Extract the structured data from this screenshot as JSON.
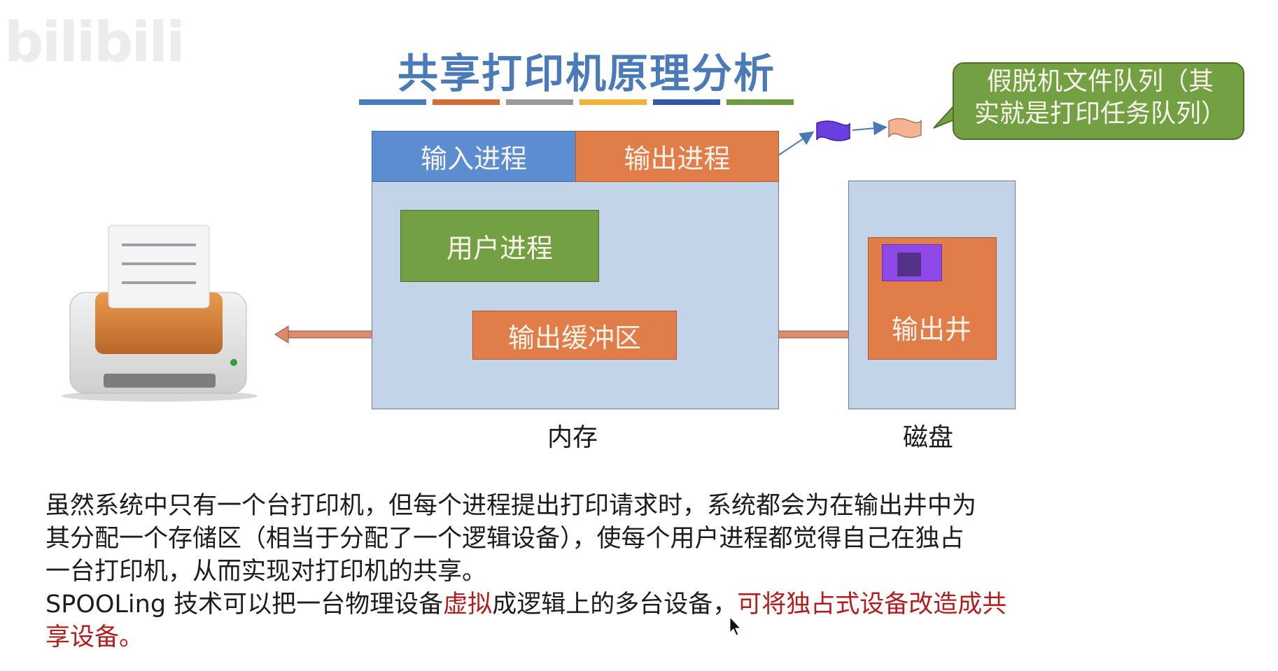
{
  "watermark": "bilibili",
  "title": "共享打印机原理分析",
  "stripe_colors": [
    "#4a7ab8",
    "#d36d38",
    "#9a9a9a",
    "#efb33a",
    "#3458a4",
    "#6e9a42"
  ],
  "memory": {
    "input_process": "输入进程",
    "output_process": "输出进程",
    "user_process": "用户进程",
    "output_buffer": "输出缓冲区",
    "caption": "内存"
  },
  "disk": {
    "output_well": "输出井",
    "caption": "磁盘"
  },
  "callout": {
    "line1": "假脱机文件队列（其",
    "line2": "实就是打印任务队列）"
  },
  "paragraph": {
    "line1": "虽然系统中只有一个台打印机，但每个进程提出打印请求时，系统都会为在输出井中为",
    "line2": "其分配一个存储区（相当于分配了一个逻辑设备），使每个用户进程都觉得自己在独占",
    "line3": "一台打印机，从而实现对打印机的共享。",
    "line4_a": "SPOOLing 技术可以把一台物理设备",
    "line4_b": "虚拟",
    "line4_c": "成逻辑上的多台设备，",
    "line4_d": "可将独占式设备改造成共",
    "line5": "享设备。"
  },
  "colors": {
    "blue_box": "#5b8dd0",
    "orange_box": "#e07d49",
    "green_box": "#74a044",
    "panel": "#c3d4e9",
    "highlight_red": "#b01e1e"
  }
}
